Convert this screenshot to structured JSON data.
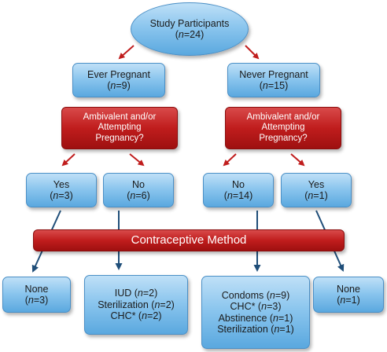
{
  "root": {
    "label": "Study Participants",
    "n_pre": "(",
    "n_var": "n",
    "n_post": "=24)"
  },
  "ever": {
    "label": "Ever Pregnant",
    "n_pre": "(",
    "n_var": "n",
    "n_post": "=9)"
  },
  "never": {
    "label": "Never Pregnant",
    "n_pre": "(",
    "n_var": "n",
    "n_post": "=15)"
  },
  "question_left": {
    "line1": "Ambivalent and/or",
    "line2": "Attempting",
    "line3": "Pregnancy?"
  },
  "question_right": {
    "line1": "Ambivalent and/or",
    "line2": "Attempting",
    "line3": "Pregnancy?"
  },
  "yes_left": {
    "label": "Yes",
    "n_pre": "(",
    "n_var": "n",
    "n_post": "=3)"
  },
  "no_left": {
    "label": "No",
    "n_pre": "(",
    "n_var": "n",
    "n_post": "=6)"
  },
  "no_right": {
    "label": "No",
    "n_pre": "(",
    "n_var": "n",
    "n_post": "=14)"
  },
  "yes_right": {
    "label": "Yes",
    "n_pre": "(",
    "n_var": "n",
    "n_post": "=1)"
  },
  "method_bar": {
    "label": "Contraceptive Method"
  },
  "out1": {
    "label": "None",
    "n_pre": "(",
    "n_var": "n",
    "n_post": "=3)"
  },
  "out2": {
    "l1_text": "IUD (",
    "l1_var": "n",
    "l1_post": "=2)",
    "l2_text": "Sterilization (",
    "l2_var": "n",
    "l2_post": "=2)",
    "l3_text": "CHC* (",
    "l3_var": "n",
    "l3_post": "=2)"
  },
  "out3": {
    "l1_text": "Condoms (",
    "l1_var": "n",
    "l1_post": "=9)",
    "l2_text": "CHC* (",
    "l2_var": "n",
    "l2_post": "=3)",
    "l3_text": "Abstinence (",
    "l3_var": "n",
    "l3_post": "=1)",
    "l4_text": "Sterilization (",
    "l4_var": "n",
    "l4_post": "=1)"
  },
  "out4": {
    "label": "None",
    "n_pre": "(",
    "n_var": "n",
    "n_post": "=1)"
  },
  "colors": {
    "red_arrow": "#c01d1d",
    "blue_arrow": "#1f4e79",
    "box_blue": "#8cc6ee",
    "box_red": "#c01d1d"
  }
}
